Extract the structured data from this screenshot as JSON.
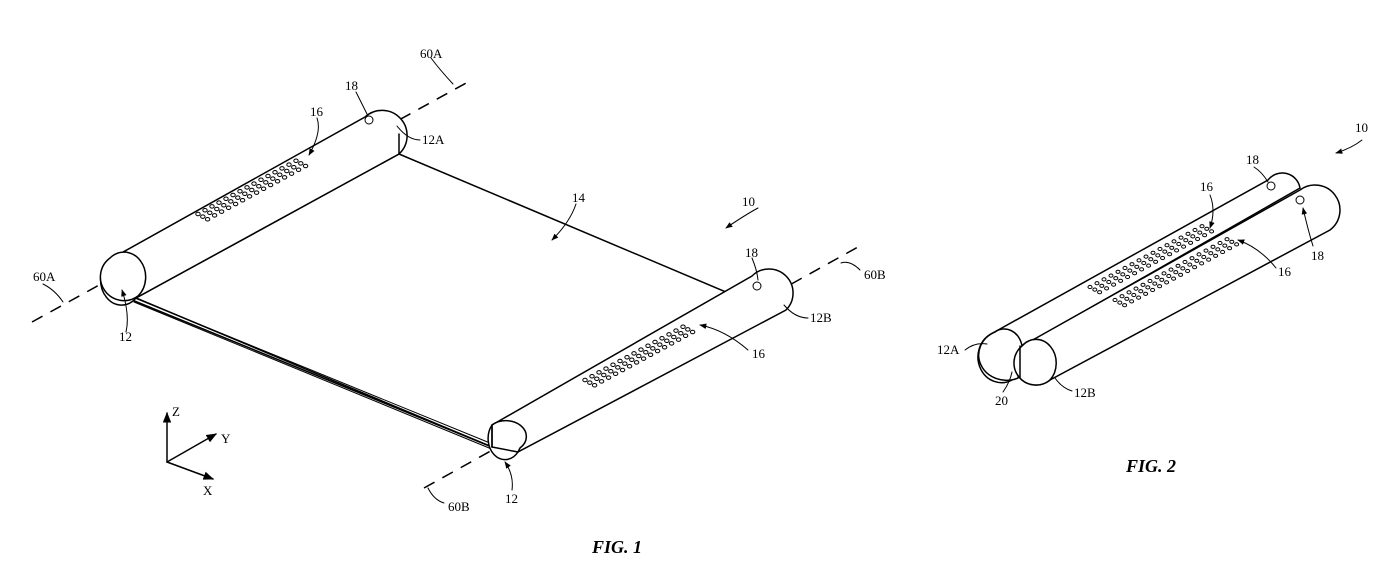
{
  "figure1": {
    "caption": "FIG. 1",
    "labels": {
      "device": "10",
      "display": "14",
      "perforations_a": "16",
      "perforations_b": "16",
      "port_a": "18",
      "port_b": "18",
      "housing_a": "12A",
      "housing_b": "12B",
      "housing_left": "12",
      "housing_bottom": "12",
      "axis_a_top": "60A",
      "axis_a_left": "60A",
      "axis_b_right": "60B",
      "axis_b_bottom": "60B"
    },
    "axes": {
      "z": "Z",
      "y": "Y",
      "x": "X"
    }
  },
  "figure2": {
    "caption": "FIG. 2",
    "labels": {
      "device": "10",
      "port_a": "18",
      "port_b": "18",
      "perforations_a": "16",
      "perforations_b": "16",
      "housing_a": "12A",
      "housing_b": "12B",
      "hinge": "20"
    }
  },
  "colors": {
    "ink": "#000000",
    "paper": "#ffffff"
  }
}
